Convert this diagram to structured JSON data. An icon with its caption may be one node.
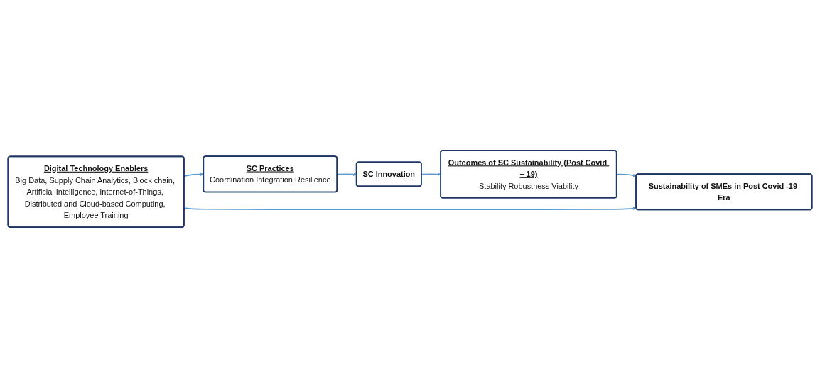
{
  "diagram": {
    "nodes": [
      {
        "text": [
          "SC Practices",
          "Coordination Integration Resilience"
        ]
      },
      {
        "text": [
          "SC Innovation"
        ]
      },
      {
        "text": [
          "Outcomes of SC Sustainability (Post Covid – 19)",
          "Stability Robustness Viability"
        ]
      },
      {
        "text": [
          "Sustainability of SMEs in Post Covid -19 Era"
        ]
      },
      {
        "text": [
          "Digital Technology Enablers",
          "Big Data, Supply Chain Analytics, Block chain, Artificial Intelligence, Internet-of-Things, Distributed and Cloud-based Computing, Employee Training"
        ]
      }
    ],
    "edges": [
      {
        "from": 0,
        "to": 1,
        "arrow": "to"
      },
      {
        "from": 1,
        "to": 2,
        "arrow": "to"
      },
      {
        "from": 2,
        "to": 3,
        "arrow": "to"
      },
      {
        "from": 4,
        "to": 0,
        "arrow": "to"
      },
      {
        "from": 4,
        "to": 3,
        "arrow": "to"
      }
    ]
  }
}
